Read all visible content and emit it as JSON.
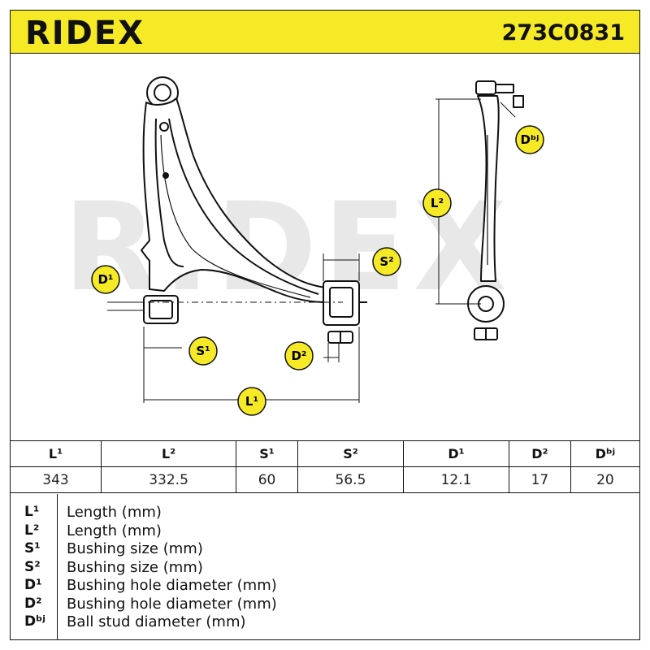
{
  "header": {
    "brand": "RIDEX",
    "part_number": "273C0831",
    "background": "#f6ea26"
  },
  "watermark": {
    "text": "RIDEX"
  },
  "callouts": {
    "d1": "D¹",
    "s1": "S¹",
    "d2": "D²",
    "l1": "L¹",
    "s2": "S²",
    "l2": "L²",
    "dbj": "Dᵇʲ"
  },
  "table": {
    "headers": [
      "L¹",
      "L²",
      "S¹",
      "S²",
      "D¹",
      "D²",
      "Dᵇʲ"
    ],
    "values": [
      "343",
      "332.5",
      "60",
      "56.5",
      "12.1",
      "17",
      "20"
    ]
  },
  "legend": [
    {
      "symbol": "L¹",
      "description": "Length (mm)"
    },
    {
      "symbol": "L²",
      "description": "Length (mm)"
    },
    {
      "symbol": "S¹",
      "description": "Bushing size (mm)"
    },
    {
      "symbol": "S²",
      "description": "Bushing size (mm)"
    },
    {
      "symbol": "D¹",
      "description": "Bushing hole diameter (mm)"
    },
    {
      "symbol": "D²",
      "description": "Bushing hole diameter (mm)"
    },
    {
      "symbol": "Dᵇʲ",
      "description": "Ball stud diameter (mm)"
    }
  ],
  "colors": {
    "callout_fill": "#f6ea26",
    "outline": "#111111",
    "watermark": "#e6e6e6"
  }
}
